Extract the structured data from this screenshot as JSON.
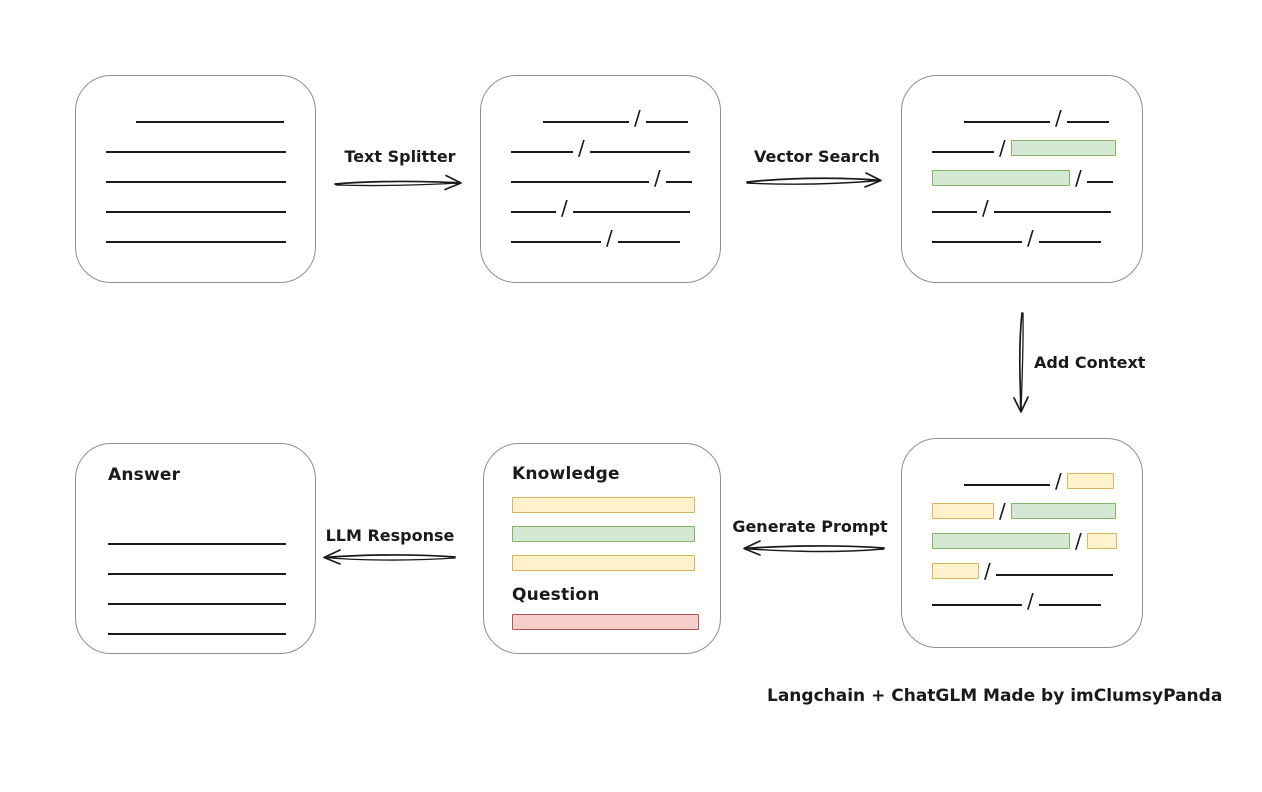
{
  "caption": "Langchain + ChatGLM Made by imClumsyPanda",
  "labels": {
    "text_splitter": "Text Splitter",
    "vector_search": "Vector Search",
    "add_context": "Add Context",
    "generate_prompt": "Generate Prompt",
    "llm_response": "LLM Response",
    "knowledge": "Knowledge",
    "question": "Question",
    "answer": "Answer"
  },
  "colors": {
    "stroke": "#1a1a1a",
    "box_border": "#8f8f8f",
    "yellow_fill": "#fff2cc",
    "yellow_stroke": "#d6b656",
    "green_fill": "#d5e8d4",
    "green_stroke": "#82b366",
    "red_fill": "#f8cecc",
    "red_stroke": "#b85450"
  },
  "boxes": {
    "document": {
      "rows": [
        {
          "indent": 30,
          "segs": [
            {
              "t": "line",
              "w": 148
            }
          ]
        },
        {
          "segs": [
            {
              "t": "line",
              "w": 180
            }
          ]
        },
        {
          "segs": [
            {
              "t": "line",
              "w": 180
            }
          ]
        },
        {
          "segs": [
            {
              "t": "line",
              "w": 180
            }
          ]
        },
        {
          "segs": [
            {
              "t": "line",
              "w": 180
            }
          ]
        }
      ]
    },
    "chunks": {
      "rows": [
        {
          "indent": 32,
          "segs": [
            {
              "t": "line",
              "w": 86
            },
            {
              "t": "slash"
            },
            {
              "t": "line",
              "w": 42
            }
          ]
        },
        {
          "segs": [
            {
              "t": "line",
              "w": 62
            },
            {
              "t": "slash"
            },
            {
              "t": "line",
              "w": 100
            }
          ]
        },
        {
          "segs": [
            {
              "t": "line",
              "w": 138
            },
            {
              "t": "slash"
            },
            {
              "t": "line",
              "w": 26
            }
          ]
        },
        {
          "segs": [
            {
              "t": "line",
              "w": 45
            },
            {
              "t": "slash"
            },
            {
              "t": "line",
              "w": 117
            }
          ]
        },
        {
          "segs": [
            {
              "t": "line",
              "w": 90
            },
            {
              "t": "slash"
            },
            {
              "t": "line",
              "w": 62
            }
          ]
        }
      ]
    },
    "matched": {
      "rows": [
        {
          "indent": 32,
          "segs": [
            {
              "t": "line",
              "w": 86
            },
            {
              "t": "slash"
            },
            {
              "t": "line",
              "w": 42
            }
          ]
        },
        {
          "segs": [
            {
              "t": "line",
              "w": 62
            },
            {
              "t": "slash"
            },
            {
              "t": "bar",
              "c": "green",
              "w": 105
            }
          ]
        },
        {
          "segs": [
            {
              "t": "bar",
              "c": "green",
              "w": 138
            },
            {
              "t": "slash"
            },
            {
              "t": "line",
              "w": 26
            }
          ]
        },
        {
          "segs": [
            {
              "t": "line",
              "w": 45
            },
            {
              "t": "slash"
            },
            {
              "t": "line",
              "w": 117
            }
          ]
        },
        {
          "segs": [
            {
              "t": "line",
              "w": 90
            },
            {
              "t": "slash"
            },
            {
              "t": "line",
              "w": 62
            }
          ]
        }
      ]
    },
    "context": {
      "rows": [
        {
          "indent": 32,
          "segs": [
            {
              "t": "line",
              "w": 86
            },
            {
              "t": "slash"
            },
            {
              "t": "bar",
              "c": "yellow",
              "w": 47
            }
          ]
        },
        {
          "segs": [
            {
              "t": "bar",
              "c": "yellow",
              "w": 62
            },
            {
              "t": "slash"
            },
            {
              "t": "bar",
              "c": "green",
              "w": 105
            }
          ]
        },
        {
          "segs": [
            {
              "t": "bar",
              "c": "green",
              "w": 138
            },
            {
              "t": "slash"
            },
            {
              "t": "bar",
              "c": "yellow",
              "w": 30
            }
          ]
        },
        {
          "segs": [
            {
              "t": "bar",
              "c": "yellow",
              "w": 47
            },
            {
              "t": "slash"
            },
            {
              "t": "line",
              "w": 117
            }
          ]
        },
        {
          "segs": [
            {
              "t": "line",
              "w": 90
            },
            {
              "t": "slash"
            },
            {
              "t": "line",
              "w": 62
            }
          ]
        }
      ]
    },
    "prompt": {
      "knowledge_bars": [
        {
          "c": "yellow",
          "w": 183
        },
        {
          "c": "green",
          "w": 183
        },
        {
          "c": "yellow",
          "w": 183
        }
      ],
      "question_bars": [
        {
          "c": "red",
          "w": 187
        }
      ]
    },
    "answer": {
      "rows": [
        {
          "segs": [
            {
              "t": "line",
              "w": 178
            }
          ]
        },
        {
          "segs": [
            {
              "t": "line",
              "w": 178
            }
          ]
        },
        {
          "segs": [
            {
              "t": "line",
              "w": 178
            }
          ]
        },
        {
          "segs": [
            {
              "t": "line",
              "w": 178
            }
          ]
        }
      ]
    }
  }
}
